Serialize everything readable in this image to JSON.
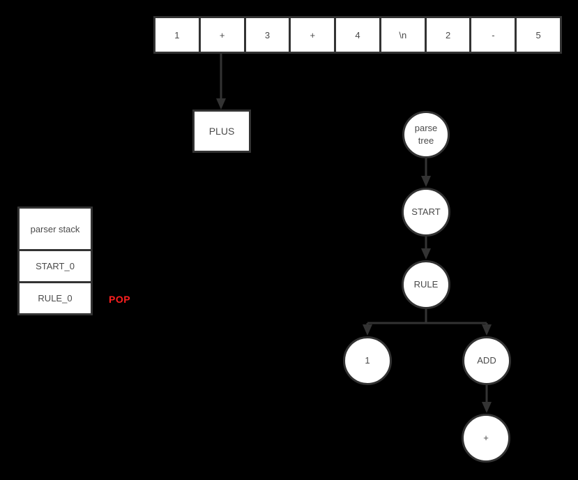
{
  "colors": {
    "background": "#000000",
    "node_fill": "#ffffff",
    "line": "#333333",
    "text": "#4a4a4a",
    "pop": "#ff1f1f"
  },
  "token_strip": {
    "tokens": [
      "1",
      "+",
      "3",
      "+",
      "4",
      "\\n",
      "2",
      "-",
      "5"
    ],
    "highlighted_token_index": 1
  },
  "lexer": {
    "current_token_label": "PLUS"
  },
  "parser_stack": {
    "title": "parser stack",
    "entries": [
      "START_0",
      "RULE_0"
    ],
    "action": "POP"
  },
  "parse_tree": {
    "root_label": "parse tree",
    "start_label": "START",
    "rule_label": "RULE",
    "left_child_label": "1",
    "right_child_label": "ADD",
    "operator_label": "+"
  }
}
